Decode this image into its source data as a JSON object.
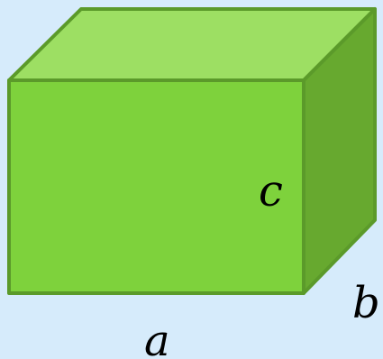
{
  "labels": {
    "length": "a",
    "depth": "b",
    "height": "c"
  },
  "colors": {
    "background": "#d6ebfb",
    "front_face": "#7ed23c",
    "top_face": "#9ddf63",
    "side_face": "#67a92f",
    "edge": "#5b9a2a"
  }
}
